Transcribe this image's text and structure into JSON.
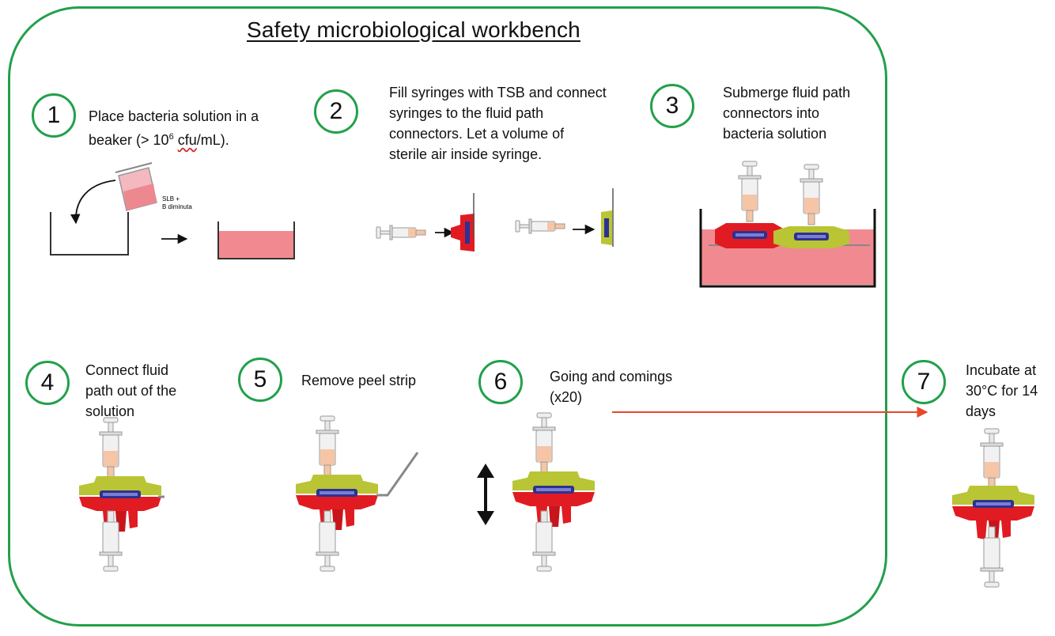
{
  "title": "Safety microbiological workbench",
  "colors": {
    "frame": "#22a04b",
    "solution": "#f08a90",
    "connector_red": "#e11b22",
    "connector_yellow": "#b9c534",
    "seal_blue": "#2e3192",
    "arrow_orange": "#e8472a"
  },
  "steps": [
    {
      "number": "1",
      "lines": [
        "Place bacteria solution in a",
        "beaker (> 10"
      ],
      "superscript": "6",
      "tail_wavy": "cfu",
      "tail_rest": "/mL)."
    },
    {
      "number": "2",
      "lines": [
        "Fill syringes with TSB and connect",
        "syringes to the fluid path",
        "connectors. Let a volume of",
        "sterile air inside syringe."
      ]
    },
    {
      "number": "3",
      "lines": [
        "Submerge fluid path",
        "connectors into",
        "bacteria solution"
      ]
    },
    {
      "number": "4",
      "lines": [
        "Connect fluid",
        "path out of the",
        "solution"
      ]
    },
    {
      "number": "5",
      "lines": [
        "Remove peel strip"
      ]
    },
    {
      "number": "6",
      "lines": [
        "Going and comings",
        "(x20)"
      ]
    },
    {
      "number": "7",
      "lines": [
        "Incubate at",
        "30°C for 14",
        "days"
      ]
    }
  ],
  "beaker_label": [
    "SLB +",
    "B diminuta"
  ]
}
